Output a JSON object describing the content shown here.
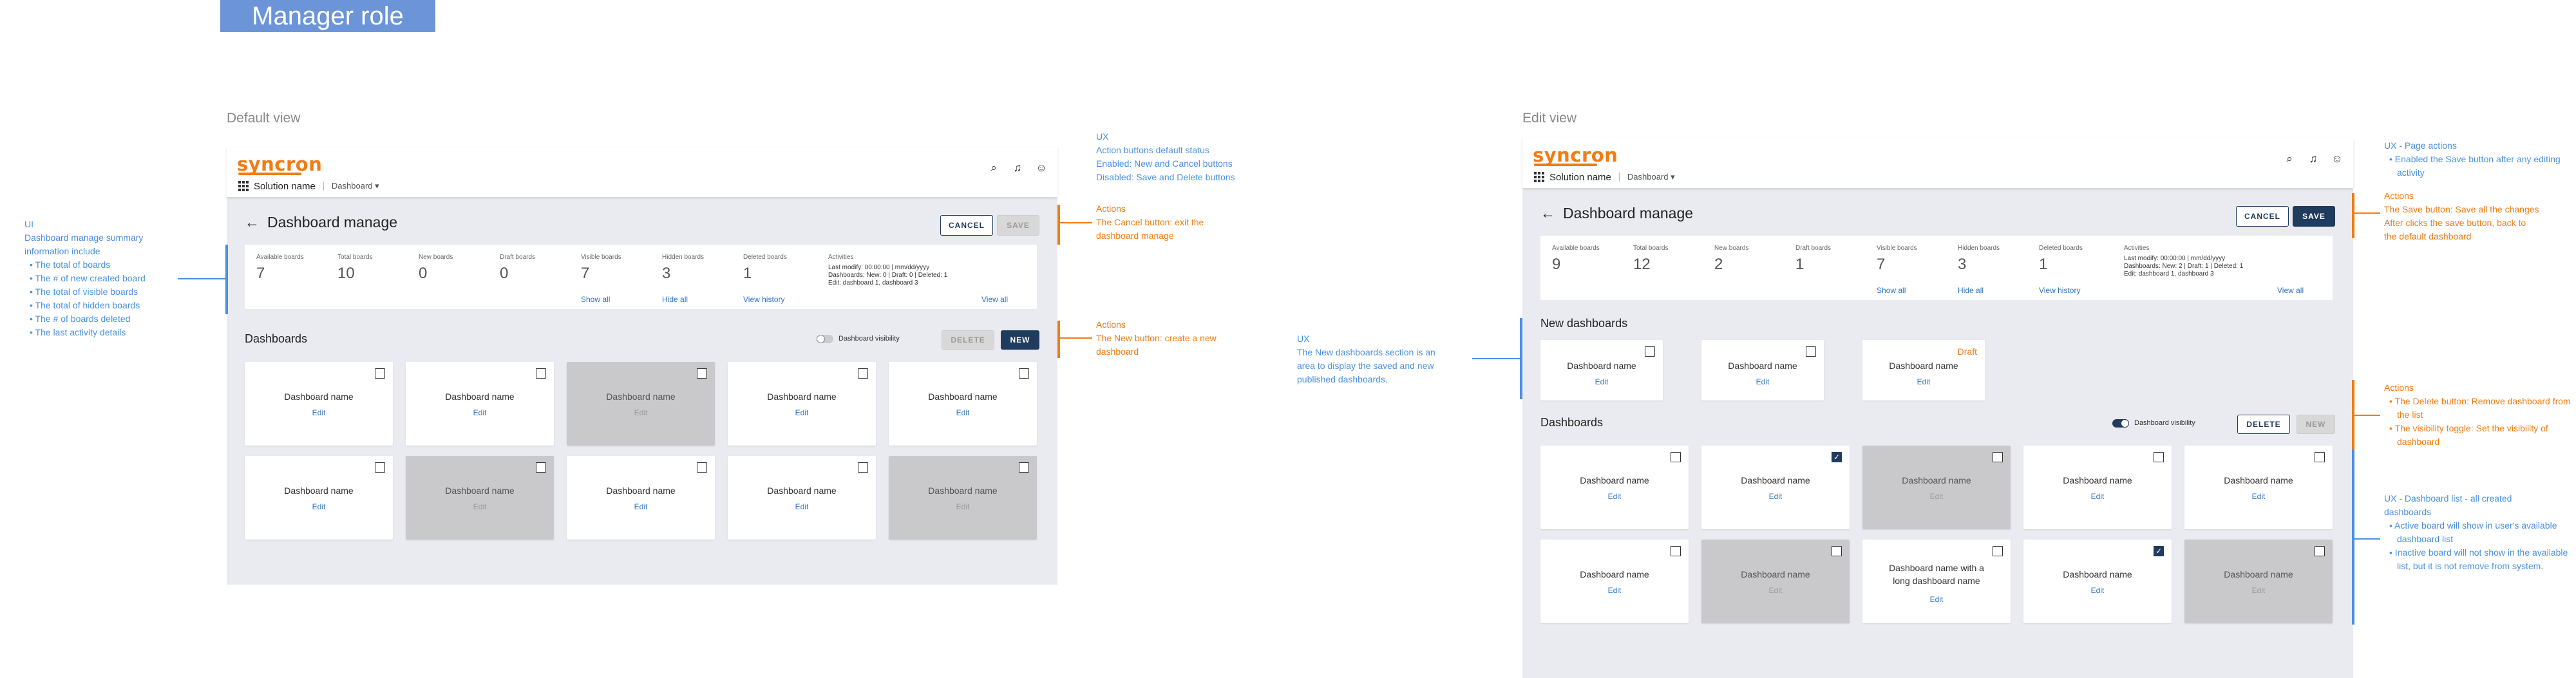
{
  "page_title": "Manager role",
  "views": {
    "default": {
      "label": "Default view"
    },
    "edit": {
      "label": "Edit view"
    }
  },
  "app": {
    "logo": "syncron",
    "solution_name": "Solution name",
    "dropdown": "Dashboard ▾",
    "header_title": "Dashboard manage",
    "back_icon": "arrow-left-icon",
    "icons": [
      "search-icon",
      "bell-icon",
      "user-icon"
    ]
  },
  "buttons": {
    "cancel": "CANCEL",
    "save": "SAVE",
    "delete": "DELETE",
    "new": "NEW"
  },
  "summary_default": {
    "items": [
      {
        "label": "Available boards",
        "value": "7",
        "link": ""
      },
      {
        "label": "Total boards",
        "value": "10",
        "link": ""
      },
      {
        "label": "New boards",
        "value": "0",
        "link": ""
      },
      {
        "label": "Draft boards",
        "value": "0",
        "link": ""
      },
      {
        "label": "Visible boards",
        "value": "7",
        "link": "Show all"
      },
      {
        "label": "Hidden boards",
        "value": "3",
        "link": "Hide all"
      },
      {
        "label": "Deleted boards",
        "value": "1",
        "link": "View history"
      }
    ],
    "activities_label": "Activities",
    "activities": [
      "Last modify: 00:00:00 | mm/dd/yyyy",
      "Dashboards: New: 0 | Draft: 0 | Deleted: 1",
      "Edit: dashboard 1, dashboard 3"
    ],
    "view_all": "View all"
  },
  "summary_edit": {
    "items": [
      {
        "label": "Available boards",
        "value": "9",
        "link": ""
      },
      {
        "label": "Total boards",
        "value": "12",
        "link": ""
      },
      {
        "label": "New boards",
        "value": "2",
        "link": ""
      },
      {
        "label": "Draft boards",
        "value": "1",
        "link": ""
      },
      {
        "label": "Visible boards",
        "value": "7",
        "link": "Show all"
      },
      {
        "label": "Hidden boards",
        "value": "3",
        "link": "Hide all"
      },
      {
        "label": "Deleted boards",
        "value": "1",
        "link": "View history"
      }
    ],
    "activities_label": "Activities",
    "activities": [
      "Last modify: 00:00:00 | mm/dd/yyyy",
      "Dashboards: New: 2 | Draft: 1 | Deleted: 1",
      "Edit: dashboard 1, dashboard 3"
    ],
    "view_all": "View all"
  },
  "sections": {
    "dashboards": "Dashboards",
    "new_dashboards": "New dashboards",
    "visibility_toggle": "Dashboard visibility"
  },
  "cards_default": [
    {
      "name": "Dashboard name",
      "edit": "Edit",
      "inactive": false,
      "checked": false
    },
    {
      "name": "Dashboard name",
      "edit": "Edit",
      "inactive": false,
      "checked": false
    },
    {
      "name": "Dashboard name",
      "edit": "Edit",
      "inactive": true,
      "checked": false
    },
    {
      "name": "Dashboard name",
      "edit": "Edit",
      "inactive": false,
      "checked": false
    },
    {
      "name": "Dashboard name",
      "edit": "Edit",
      "inactive": false,
      "checked": false
    },
    {
      "name": "Dashboard name",
      "edit": "Edit",
      "inactive": false,
      "checked": false
    },
    {
      "name": "Dashboard name",
      "edit": "Edit",
      "inactive": true,
      "checked": false
    },
    {
      "name": "Dashboard name",
      "edit": "Edit",
      "inactive": false,
      "checked": false
    },
    {
      "name": "Dashboard name",
      "edit": "Edit",
      "inactive": false,
      "checked": false
    },
    {
      "name": "Dashboard name",
      "edit": "Edit",
      "inactive": true,
      "checked": false
    }
  ],
  "cards_new": [
    {
      "name": "Dashboard name",
      "edit": "Edit",
      "draft": ""
    },
    {
      "name": "Dashboard name",
      "edit": "Edit",
      "draft": ""
    },
    {
      "name": "Dashboard name",
      "edit": "Edit",
      "draft": "Draft"
    }
  ],
  "cards_edit": [
    {
      "name": "Dashboard name",
      "edit": "Edit",
      "inactive": false,
      "checked": false
    },
    {
      "name": "Dashboard name",
      "edit": "Edit",
      "inactive": false,
      "checked": true
    },
    {
      "name": "Dashboard name",
      "edit": "Edit",
      "inactive": true,
      "checked": false
    },
    {
      "name": "Dashboard name",
      "edit": "Edit",
      "inactive": false,
      "checked": false
    },
    {
      "name": "Dashboard name",
      "edit": "Edit",
      "inactive": false,
      "checked": false
    },
    {
      "name": "Dashboard name",
      "edit": "Edit",
      "inactive": false,
      "checked": false
    },
    {
      "name": "Dashboard name",
      "edit": "Edit",
      "inactive": true,
      "checked": false
    },
    {
      "name": "Dashboard name with a long dashboard name",
      "edit": "Edit",
      "inactive": false,
      "checked": false
    },
    {
      "name": "Dashboard name",
      "edit": "Edit",
      "inactive": false,
      "checked": true
    },
    {
      "name": "Dashboard name",
      "edit": "Edit",
      "inactive": true,
      "checked": false
    }
  ],
  "notes": {
    "ui_summary": {
      "head": [
        "UI",
        "Dashboard manage summary",
        "information include"
      ],
      "items": [
        "The total of boards",
        "The # of new created board",
        "The total of visible boards",
        "The total of hidden boards",
        "The # of boards deleted",
        "The last activity details"
      ]
    },
    "ux_action_default": [
      "UX",
      "Action buttons default status",
      "Enabled: New and Cancel buttons",
      "Disabled: Save and Delete buttons"
    ],
    "actions_cancel": [
      "Actions",
      "The Cancel button: exit the",
      "dashboard manage"
    ],
    "actions_new": [
      "Actions",
      "The New button: create a new",
      "dashboard"
    ],
    "ux_new_section": [
      "UX",
      "The New dashboards section is an",
      "area to display the saved and new",
      "published dashboards."
    ],
    "ux_page_actions": {
      "head": [
        "UX - Page actions"
      ],
      "items": [
        "Enabled the Save button after any editing activity"
      ]
    },
    "actions_save": [
      "Actions",
      "The Save button: Save all the changes",
      "After clicks the save button, back to",
      "the default dashboard"
    ],
    "actions_delete": {
      "head": [
        "Actions"
      ],
      "items": [
        "The Delete button: Remove dashboard from the list",
        "The visibility toggle: Set the visibility of dashboard"
      ]
    },
    "ux_list": {
      "head": [
        "UX - Dashboard list - all created",
        "dashboards"
      ],
      "items": [
        "Active board will show in user's available dashboard list",
        "Inactive board will not show in the available list, but it is not remove from system."
      ]
    }
  },
  "colors": {
    "brand": "#f07c13",
    "primary": "#1f3b5e",
    "link": "#2d74c5",
    "note_blue": "#4a90e2",
    "note_orange": "#f07c13"
  }
}
